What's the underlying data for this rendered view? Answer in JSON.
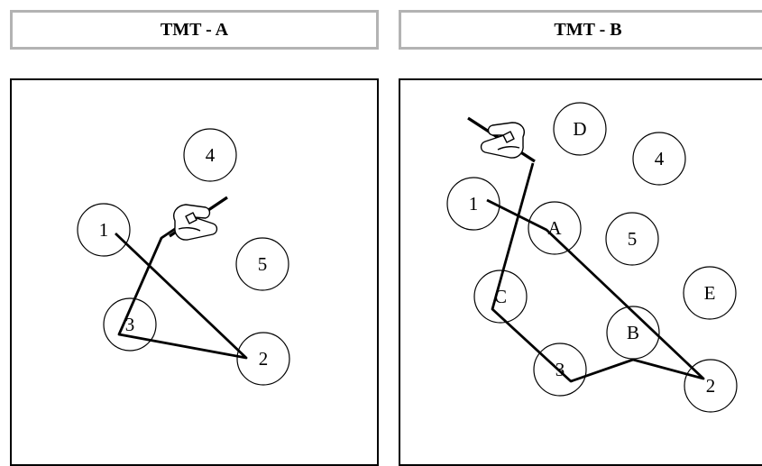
{
  "panels": {
    "tmt_a": {
      "title": "TMT - A",
      "circles": [
        {
          "label": "4"
        },
        {
          "label": "1"
        },
        {
          "label": "5"
        },
        {
          "label": "3"
        },
        {
          "label": "2"
        }
      ]
    },
    "tmt_b": {
      "title": "TMT - B",
      "circles": [
        {
          "label": "D"
        },
        {
          "label": "4"
        },
        {
          "label": "1"
        },
        {
          "label": "A"
        },
        {
          "label": "5"
        },
        {
          "label": "C"
        },
        {
          "label": "E"
        },
        {
          "label": "B"
        },
        {
          "label": "3"
        },
        {
          "label": "2"
        }
      ]
    }
  },
  "colors": {
    "header_border": "#b3b3b3",
    "ink": "#000000",
    "background": "#ffffff"
  },
  "icons": [
    "hand-with-pen-icon"
  ]
}
